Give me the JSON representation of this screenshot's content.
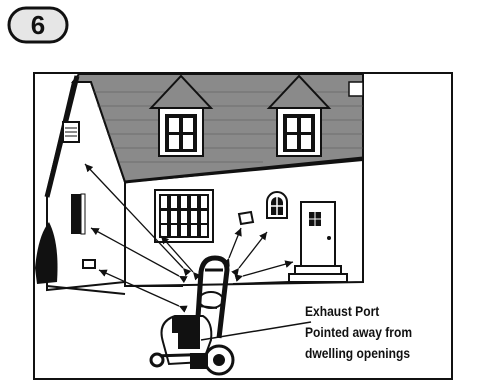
{
  "step": {
    "number": "6"
  },
  "callout": {
    "line1": "Exhaust Port",
    "line2": "Pointed away from",
    "line3": "dwelling openings"
  },
  "colors": {
    "ink": "#111111",
    "roof": "#8a8a8a",
    "wall": "#ffffff",
    "background": "#ffffff"
  },
  "icons": [
    "house-illustration",
    "pressure-washer-icon",
    "arrow-icon"
  ]
}
